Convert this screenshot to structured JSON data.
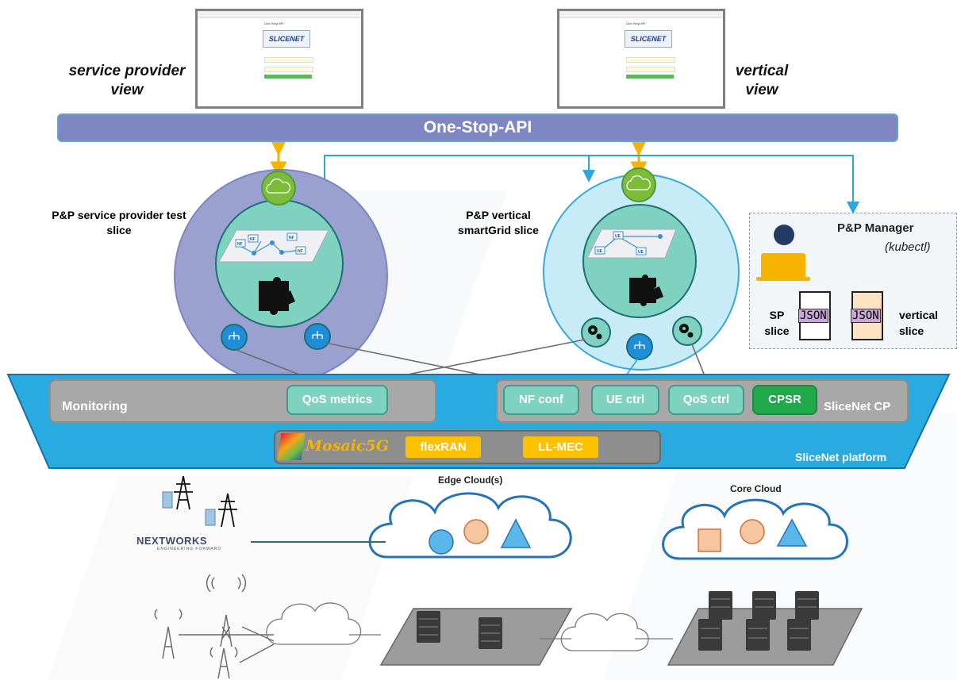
{
  "views": {
    "service_provider": "service provider view",
    "vertical": "vertical view",
    "screen_title": "One-Stop API",
    "screen_logo": "SLICENET"
  },
  "api_bar": "One-Stop-API",
  "slices": {
    "sp": "P&P service provider test slice",
    "vertical": "P&P vertical smartGrid slice"
  },
  "manager": {
    "title": "P&P Manager",
    "subtitle": "(kubectl)",
    "sp_label": "SP slice",
    "vertical_label": "vertical slice",
    "json": "JSON"
  },
  "platform": {
    "monitoring": "Monitoring",
    "qos_metrics": "QoS metrics",
    "nf_conf": "NF conf",
    "ue_ctrl": "UE ctrl",
    "qos_ctrl": "QoS ctrl",
    "cpsr": "CPSR",
    "cp_label": "SliceNet CP",
    "mosaic": "Mosaic5G",
    "flexran": "flexRAN",
    "llmec": "LL-MEC",
    "platform_label": "SliceNet platform"
  },
  "clouds": {
    "edge": "Edge Cloud(s)",
    "core": "Core Cloud"
  },
  "partner": {
    "name": "NEXTWORKS",
    "tagline": "ENGINEERING FORWARD"
  },
  "node_labels": {
    "nf": "NF",
    "ue": "UE"
  },
  "colors": {
    "api": "#7e87c3",
    "platform": "#29abe2",
    "sp_slice": "#9aa0cf",
    "vertical_slice": "#c8ecf7",
    "teal": "#7fd1c0",
    "cpsr": "#21a84a",
    "accent_yellow": "#fcc200"
  }
}
